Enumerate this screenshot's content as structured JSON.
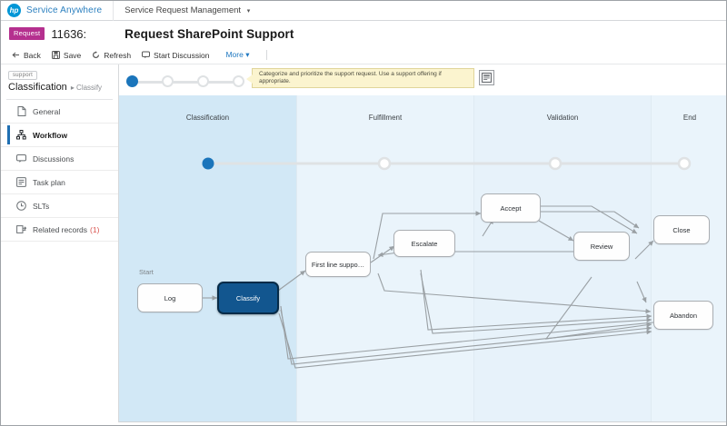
{
  "topnav": {
    "logo_text": "hp",
    "brand": "Service Anywhere",
    "module": "Service Request Management",
    "caret": "▾"
  },
  "record_header": {
    "badge": "Request",
    "id": "11636:",
    "title": "Request SharePoint Support"
  },
  "toolbar": {
    "back": "Back",
    "save": "Save",
    "refresh": "Refresh",
    "start_discussion": "Start Discussion",
    "more": "More",
    "more_caret": "▾"
  },
  "left_pane": {
    "context_tag": "support",
    "context_title": "Classification",
    "context_sub": "▸ Classify",
    "items": [
      {
        "label": "General",
        "icon": "document-icon",
        "count": ""
      },
      {
        "label": "Workflow",
        "icon": "workflow-icon",
        "count": ""
      },
      {
        "label": "Discussions",
        "icon": "discussion-icon",
        "count": ""
      },
      {
        "label": "Task plan",
        "icon": "task-plan-icon",
        "count": ""
      },
      {
        "label": "SLTs",
        "icon": "clock-icon",
        "count": ""
      },
      {
        "label": "Related records",
        "icon": "related-records-icon",
        "count": "(1)"
      }
    ],
    "active_index": 1
  },
  "stepper": {
    "steps": [
      {
        "state": "done"
      },
      {
        "state": "pending"
      },
      {
        "state": "pending"
      },
      {
        "state": "pending"
      }
    ]
  },
  "callout": {
    "text": "Categorize and prioritize the support request. Use a support offering if appropriate.",
    "button_icon": "form-layout-icon"
  },
  "workflow": {
    "lanes": [
      {
        "label": "Classification"
      },
      {
        "label": "Fulfillment"
      },
      {
        "label": "Validation"
      },
      {
        "label": "End"
      }
    ],
    "start_label": "Start",
    "nodes": [
      {
        "id": "log",
        "label": "Log",
        "selected": false
      },
      {
        "id": "classify",
        "label": "Classify",
        "selected": true
      },
      {
        "id": "firstline",
        "label": "First line suppo…",
        "selected": false
      },
      {
        "id": "escalate",
        "label": "Escalate",
        "selected": false
      },
      {
        "id": "accept",
        "label": "Accept",
        "selected": false
      },
      {
        "id": "review",
        "label": "Review",
        "selected": false
      },
      {
        "id": "close",
        "label": "Close",
        "selected": false
      },
      {
        "id": "abandon",
        "label": "Abandon",
        "selected": false
      }
    ]
  },
  "colors": {
    "brand_blue": "#0096d6",
    "badge_magenta": "#b5308f",
    "selected_node": "#12568f",
    "lane_active": "#d2e8f6",
    "callout_bg": "#fbf4cf",
    "link_blue": "#1f78c1",
    "count_red": "#d9534f"
  }
}
